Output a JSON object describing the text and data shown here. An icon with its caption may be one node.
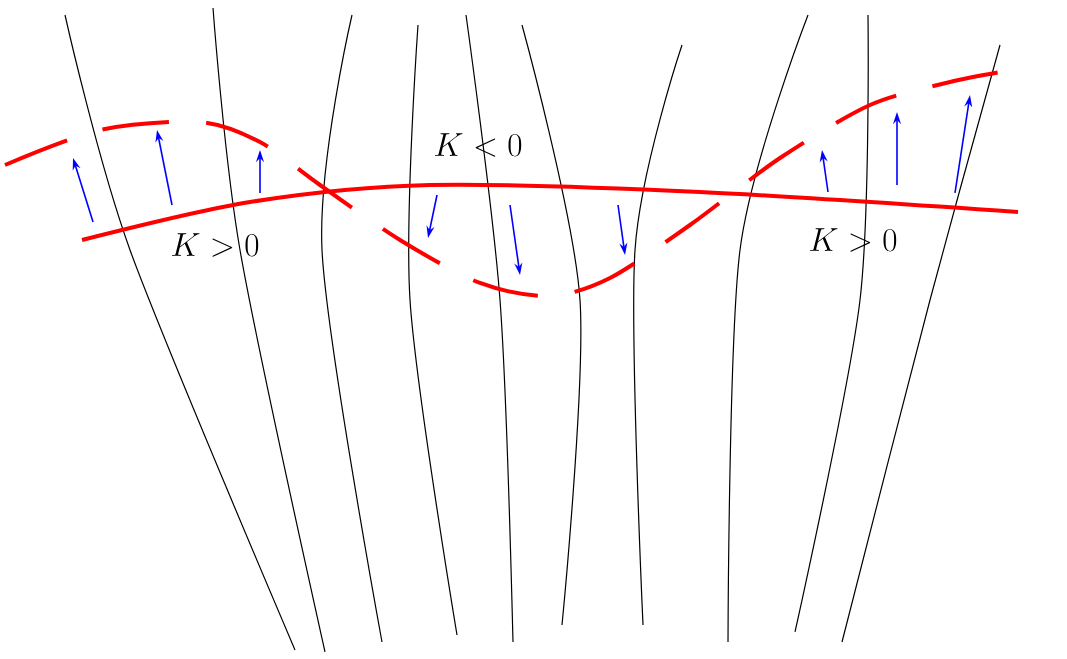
{
  "diagram": {
    "labels": [
      "K < 0",
      "K > 0",
      "K > 0"
    ]
  }
}
